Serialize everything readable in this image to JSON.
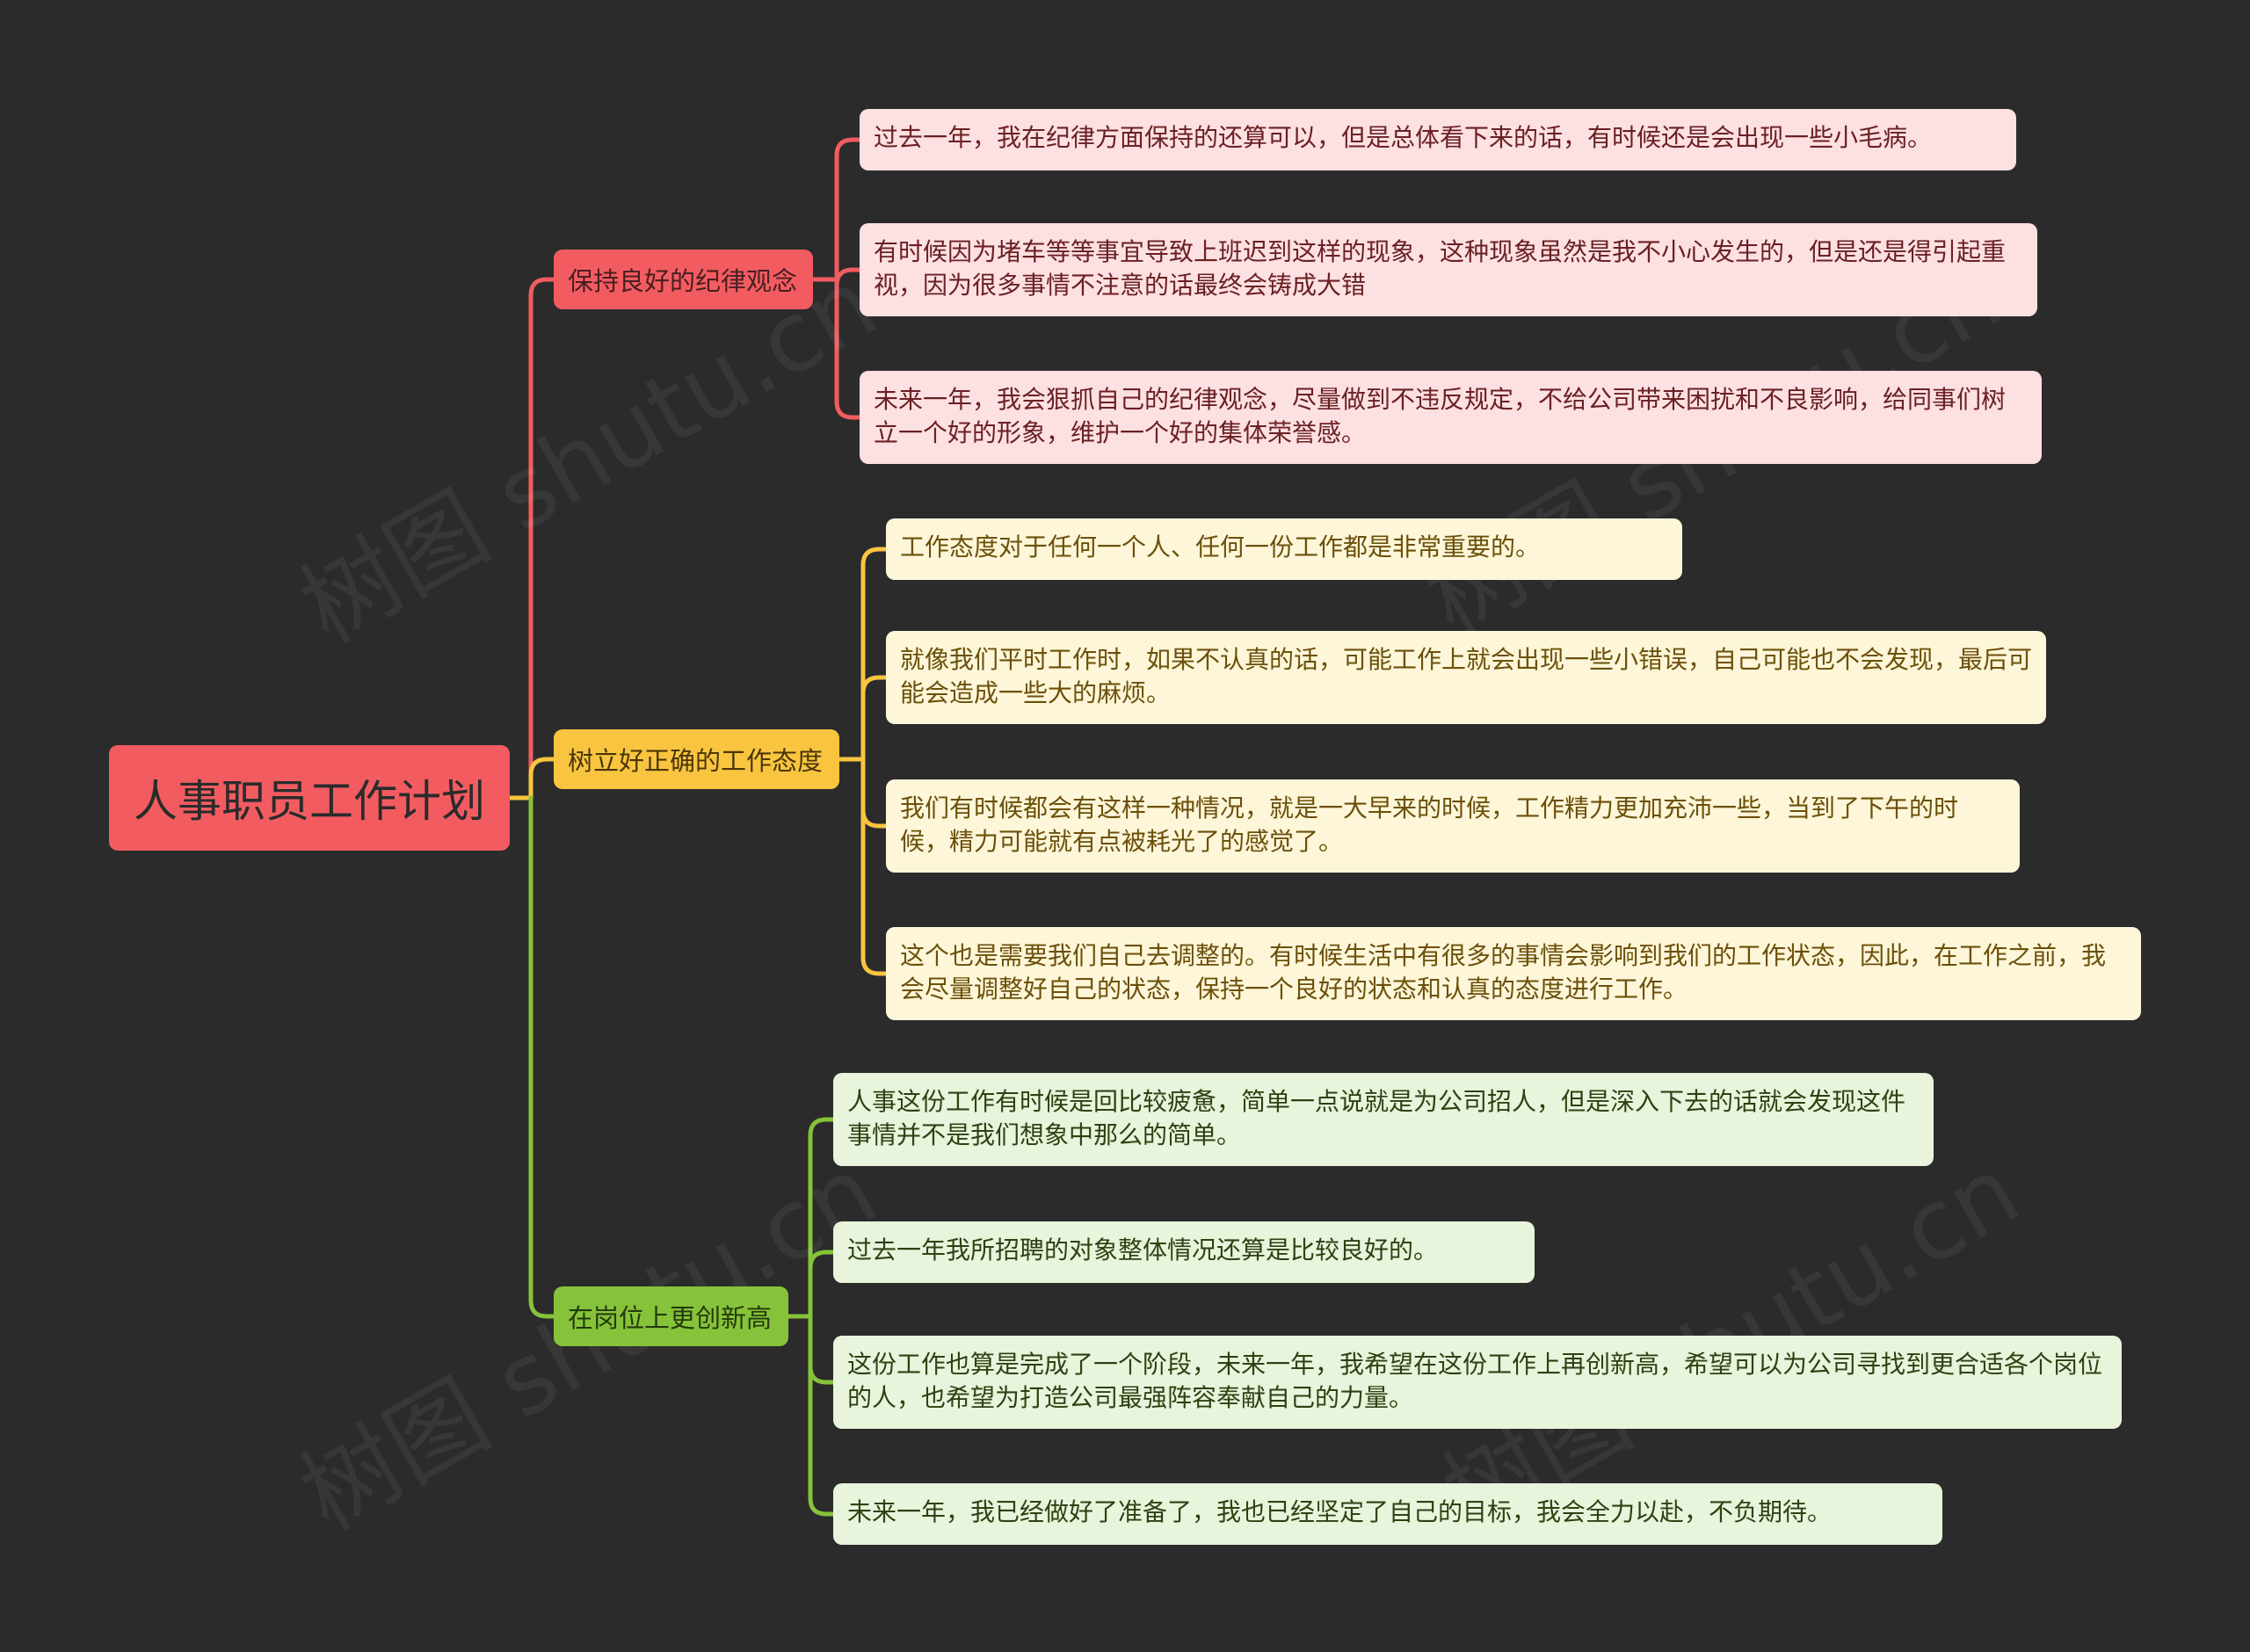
{
  "root": {
    "label": "人事职员工作计划",
    "color": "#f25c61"
  },
  "branches": [
    {
      "label": "保持良好的纪律观念",
      "color": "#f25c61",
      "children": [
        "过去一年，我在纪律方面保持的还算可以，但是总体看下来的话，有时候还是会出现一些小毛病。",
        "有时候因为堵车等等事宜导致上班迟到这样的现象，这种现象虽然是我不小心发生的，但是还是得引起重视，因为很多事情不注意的话最终会铸成大错",
        "未来一年，我会狠抓自己的纪律观念，尽量做到不违反规定，不给公司带来困扰和不良影响，给同事们树立一个好的形象，维护一个好的集体荣誉感。"
      ]
    },
    {
      "label": "树立好正确的工作态度",
      "color": "#f9c540",
      "children": [
        "工作态度对于任何一个人、任何一份工作都是非常重要的。",
        "就像我们平时工作时，如果不认真的话，可能工作上就会出现一些小错误，自己可能也不会发现，最后可能会造成一些大的麻烦。",
        "我们有时候都会有这样一种情况，就是一大早来的时候，工作精力更加充沛一些，当到了下午的时候，精力可能就有点被耗光了的感觉了。",
        "这个也是需要我们自己去调整的。有时候生活中有很多的事情会影响到我们的工作状态，因此，在工作之前，我会尽量调整好自己的状态，保持一个良好的状态和认真的态度进行工作。"
      ]
    },
    {
      "label": "在岗位上更创新高",
      "color": "#86c33a",
      "children": [
        "人事这份工作有时候是回比较疲惫，简单一点说就是为公司招人，但是深入下去的话就会发现这件事情并不是我们想象中那么的简单。",
        "过去一年我所招聘的对象整体情况还算是比较良好的。",
        "这份工作也算是完成了一个阶段，未来一年，我希望在这份工作上再创新高，希望可以为公司寻找到更合适各个岗位的人，也希望为打造公司最强阵容奉献自己的力量。",
        "未来一年，我已经做好了准备了，我也已经坚定了自己的目标，我会全力以赴，不负期待。"
      ]
    }
  ],
  "watermark": "树图 shutu.cn"
}
